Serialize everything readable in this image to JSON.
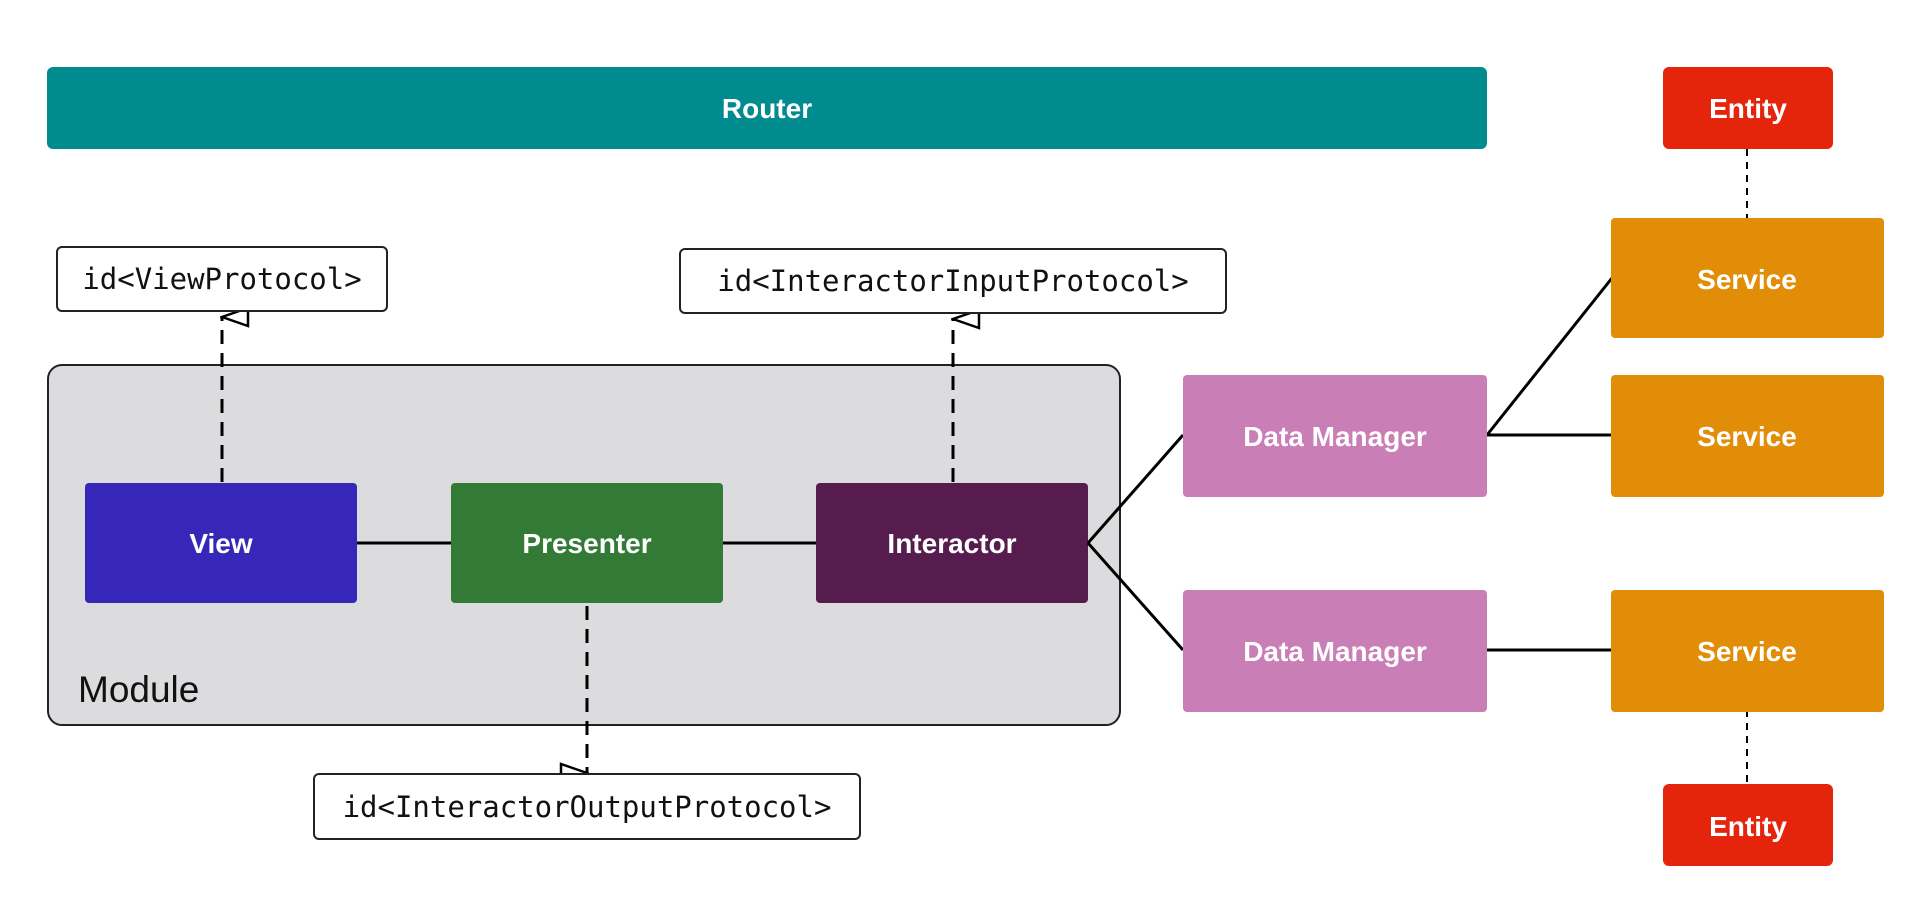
{
  "diagram": {
    "router": {
      "label": "Router",
      "color": "#008B8F"
    },
    "module": {
      "label": "Module"
    },
    "view": {
      "label": "View",
      "color": "#3627B8"
    },
    "presenter": {
      "label": "Presenter",
      "color": "#327A36"
    },
    "interactor": {
      "label": "Interactor",
      "color": "#561C4E"
    },
    "protocols": {
      "view": "id<ViewProtocol>",
      "interactor_input": "id<InteractorInputProtocol>",
      "interactor_output": "id<InteractorOutputProtocol>"
    },
    "data_managers": [
      {
        "label": "Data Manager"
      },
      {
        "label": "Data Manager"
      }
    ],
    "data_manager_color": "#C97FB6",
    "services": [
      {
        "label": "Service"
      },
      {
        "label": "Service"
      },
      {
        "label": "Service"
      }
    ],
    "service_color": "#E18D08",
    "entities": [
      {
        "label": "Entity"
      },
      {
        "label": "Entity"
      }
    ],
    "entity_color": "#E4250C"
  }
}
